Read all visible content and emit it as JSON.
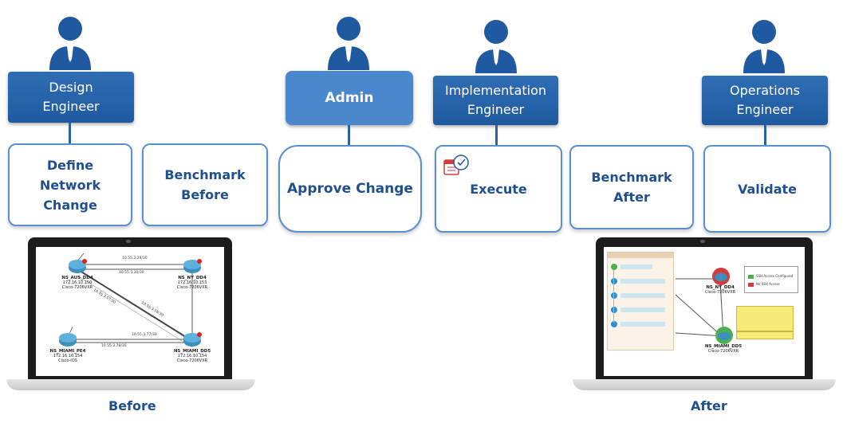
{
  "roles": {
    "design": "Design Engineer",
    "admin": "Admin",
    "implementation": "Implementation Engineer",
    "operations": "Operations Engineer"
  },
  "tasks": {
    "define": "Define Network Change",
    "bench_before": "Benchmark Before",
    "approve": "Approve Change",
    "execute": "Execute",
    "bench_after": "Benchmark After",
    "validate": "Validate"
  },
  "captions": {
    "before": "Before",
    "after": "After"
  },
  "before_topology": {
    "nodes": [
      {
        "name": "NS_AUS_DD4",
        "ip": "172.16.10.150",
        "model": "Cisco-7206VXR"
      },
      {
        "name": "NS_NY_DD4",
        "ip": "172.16.10.153",
        "model": "Cisco-7206VXR"
      },
      {
        "name": "NS_MIAMI_PE4",
        "ip": "172.16.10.154",
        "model": "Cisco-IOS"
      },
      {
        "name": "NS_MIAMI_DD5",
        "ip": "172.16.10.154",
        "model": "Cisco-7206VXR"
      }
    ],
    "links": [
      "10.55.3.29/30",
      "10.55.3.30/30",
      "10.55.3.57/30",
      "10.55.3.58/30",
      "10.55.3.77/30",
      "10.55.3.78/30"
    ]
  },
  "after_topology": {
    "nodes": [
      {
        "name": "NS_NY_DD4",
        "model": "Cisco-7206VXR"
      },
      {
        "name": "NS_MIAMI_DD5",
        "model": "Cisco-7206VXR"
      }
    ],
    "legend": [
      "SSH Access Configured",
      "No SSH Access"
    ]
  },
  "colors": {
    "role_fill": "#1f5aa0",
    "admin_fill": "#4b87cd",
    "task_border": "#5b8fd0",
    "task_text": "#1f4f8f"
  }
}
